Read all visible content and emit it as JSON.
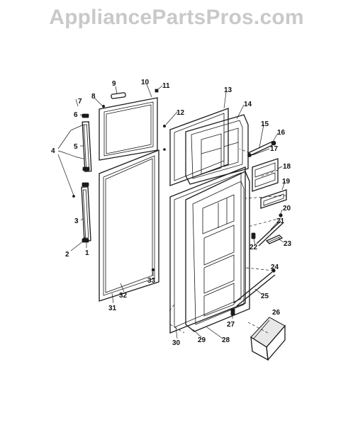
{
  "watermark": "AppliancePartsPros.com",
  "callouts": [
    "1",
    "2",
    "3",
    "4",
    "5",
    "6",
    "7",
    "8",
    "9",
    "10",
    "11",
    "12",
    "13",
    "14",
    "15",
    "16",
    "17",
    "18",
    "19",
    "20",
    "21",
    "22",
    "23",
    "24",
    "25",
    "26",
    "27",
    "28",
    "29",
    "30",
    "31",
    "32",
    "33"
  ]
}
